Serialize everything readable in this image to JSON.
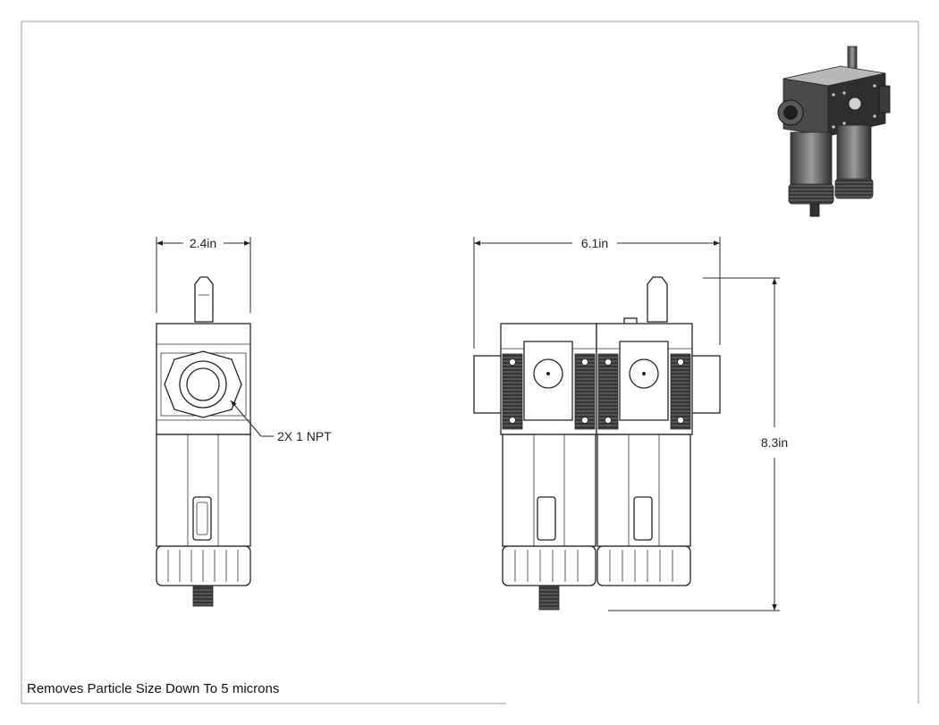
{
  "dimensions": {
    "side_width": "2.4in",
    "front_width": "6.1in",
    "front_height": "8.3in"
  },
  "callouts": {
    "port_thread": "2X 1 NPT"
  },
  "note": {
    "text": "Removes Particle Size Down To 5 microns"
  },
  "colors": {
    "line": "#2a2a2a",
    "frame": "#9a9a9a",
    "background": "#ffffff"
  }
}
